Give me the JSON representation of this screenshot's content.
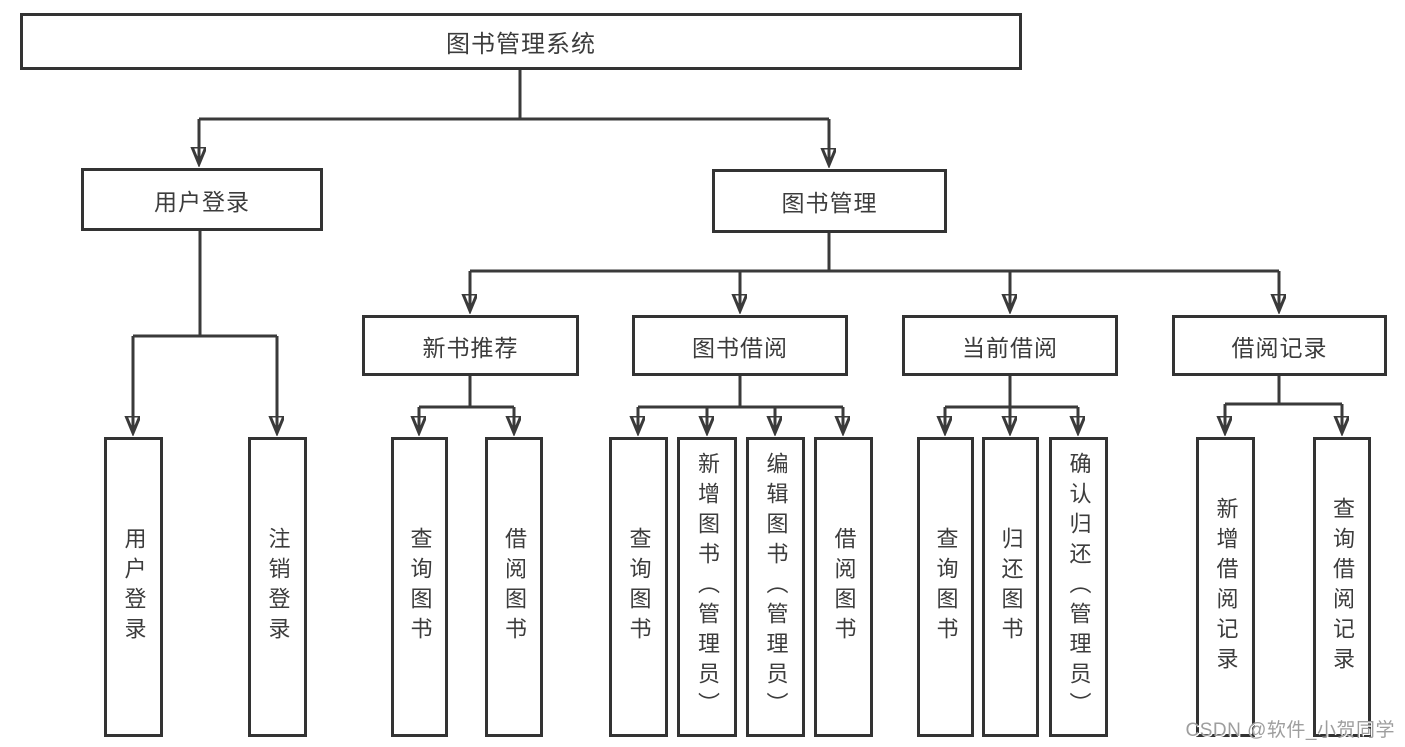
{
  "title": "图书管理系统",
  "tree": {
    "label": "图书管理系统",
    "children": [
      {
        "label": "用户登录",
        "children": [
          {
            "label": "用户登录"
          },
          {
            "label": "注销登录"
          }
        ]
      },
      {
        "label": "图书管理",
        "children": [
          {
            "label": "新书推荐",
            "children": [
              {
                "label": "查询图书"
              },
              {
                "label": "借阅图书"
              }
            ]
          },
          {
            "label": "图书借阅",
            "children": [
              {
                "label": "查询图书"
              },
              {
                "label": "新增图书（管理员）"
              },
              {
                "label": "编辑图书（管理员）"
              },
              {
                "label": "借阅图书"
              }
            ]
          },
          {
            "label": "当前借阅",
            "children": [
              {
                "label": "查询图书"
              },
              {
                "label": "归还图书"
              },
              {
                "label": "确认归还（管理员）"
              }
            ]
          },
          {
            "label": "借阅记录",
            "children": [
              {
                "label": "新增借阅记录"
              },
              {
                "label": "查询借阅记录"
              }
            ]
          }
        ]
      }
    ]
  },
  "watermark": {
    "text": "CSDN @软件_小贺同学"
  },
  "colors": {
    "line": "#3a3a3a",
    "box_border": "#333333",
    "box_fill": "#ffffff",
    "text": "#3c3c3c",
    "background": "#ffffff",
    "watermark": "#9e9e9e"
  }
}
